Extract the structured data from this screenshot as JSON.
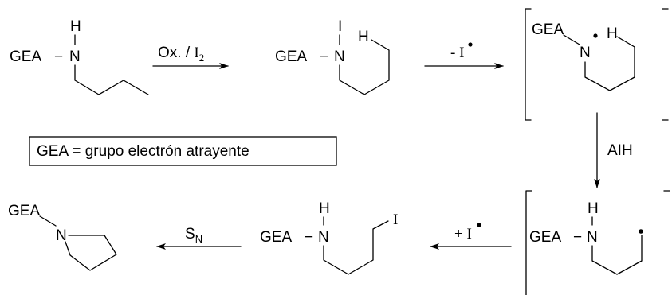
{
  "atoms": {
    "gea": "GEA",
    "n": "N",
    "h": "H",
    "i": "I",
    "dash": "−"
  },
  "reagents": {
    "step1_prefix": "Ox. / ",
    "step1_iodine": "I",
    "step1_subscript": "2",
    "step2": "- I",
    "hat": "AIH",
    "step4": "+ I",
    "sn": "S",
    "sn_subscript": "N"
  },
  "legend": "GEA = grupo electrón atrayente"
}
